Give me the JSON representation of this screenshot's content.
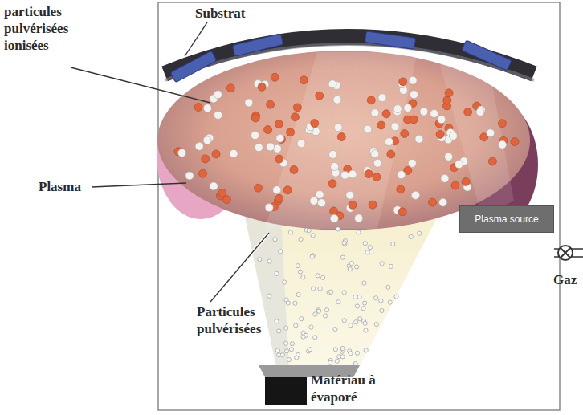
{
  "diagram": {
    "nodes": [
      {
        "text": [
          "Plasma source"
        ]
      }
    ],
    "labels": [
      "particules pulvérisées ionisées",
      "Substrat",
      "Plasma",
      "Gaz",
      "Particules pulvérisées",
      "Matériau à évaporé"
    ]
  }
}
